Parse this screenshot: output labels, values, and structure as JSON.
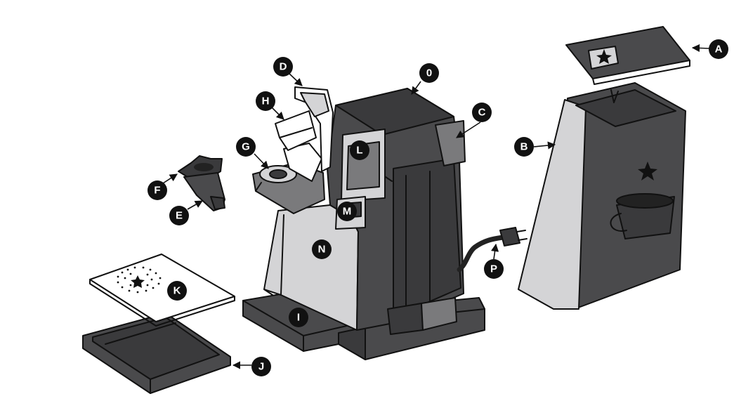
{
  "callouts": {
    "A": "A",
    "B": "B",
    "C": "C",
    "D": "D",
    "E": "E",
    "F": "F",
    "G": "G",
    "H": "H",
    "I": "I",
    "J": "J",
    "K": "K",
    "L": "L",
    "M": "M",
    "N": "N",
    "O": "0",
    "P": "P"
  },
  "colors": {
    "body_dark": "#4a4a4c",
    "body_light": "#d4d4d6",
    "outline": "#111111",
    "callout_fill": "#111111",
    "callout_text": "#ffffff"
  }
}
